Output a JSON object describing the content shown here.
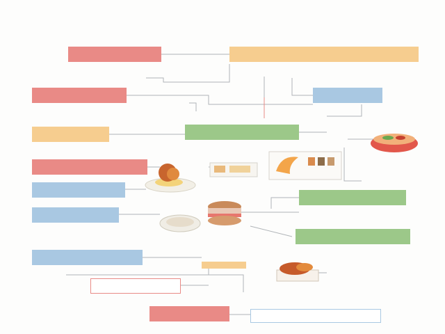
{
  "diagram": {
    "title": "",
    "watermark": "",
    "colors": {
      "red": "#e98a86",
      "orange": "#f6cd8f",
      "blue": "#a9c8e2",
      "green": "#9cc889",
      "line": "#b0b4b8"
    },
    "nodes": [
      {
        "id": "n1",
        "label": ""
      },
      {
        "id": "n2",
        "label": ""
      },
      {
        "id": "n3",
        "label": ""
      },
      {
        "id": "n4",
        "label": ""
      },
      {
        "id": "n5",
        "label": ""
      },
      {
        "id": "n6",
        "label": ""
      },
      {
        "id": "n7",
        "label": ""
      },
      {
        "id": "n8",
        "label": ""
      },
      {
        "id": "n9",
        "label": ""
      },
      {
        "id": "n10",
        "label": ""
      },
      {
        "id": "n11",
        "label": ""
      },
      {
        "id": "n12",
        "label": ""
      },
      {
        "id": "n13",
        "label": ""
      },
      {
        "id": "n14",
        "label": ""
      },
      {
        "id": "n15",
        "label": ""
      },
      {
        "id": "n16",
        "label": ""
      }
    ],
    "annotations": [
      {
        "id": "a1",
        "text": ""
      },
      {
        "id": "a2",
        "text": ""
      },
      {
        "id": "a3",
        "text": ""
      },
      {
        "id": "a4",
        "text": ""
      },
      {
        "id": "a5",
        "text": ""
      },
      {
        "id": "a6",
        "text": ""
      },
      {
        "id": "a7",
        "text": ""
      },
      {
        "id": "a8",
        "text": ""
      },
      {
        "id": "a9",
        "text": ""
      },
      {
        "id": "a10",
        "text": ""
      },
      {
        "id": "a11",
        "text": ""
      },
      {
        "id": "a12",
        "text": ""
      },
      {
        "id": "a13",
        "text": ""
      },
      {
        "id": "a14",
        "text": ""
      },
      {
        "id": "a15",
        "text": ""
      },
      {
        "id": "a16",
        "text": ""
      },
      {
        "id": "a17",
        "text": ""
      },
      {
        "id": "a18",
        "text": ""
      },
      {
        "id": "a19",
        "text": ""
      },
      {
        "id": "a20",
        "text": ""
      },
      {
        "id": "a21",
        "text": ""
      }
    ],
    "images": [
      "bread-plate-image",
      "sandwich-image",
      "salad-bowl-image",
      "noodle-bowl-image",
      "egg-dish-image",
      "pastry-image",
      "meat-dish-image"
    ]
  }
}
